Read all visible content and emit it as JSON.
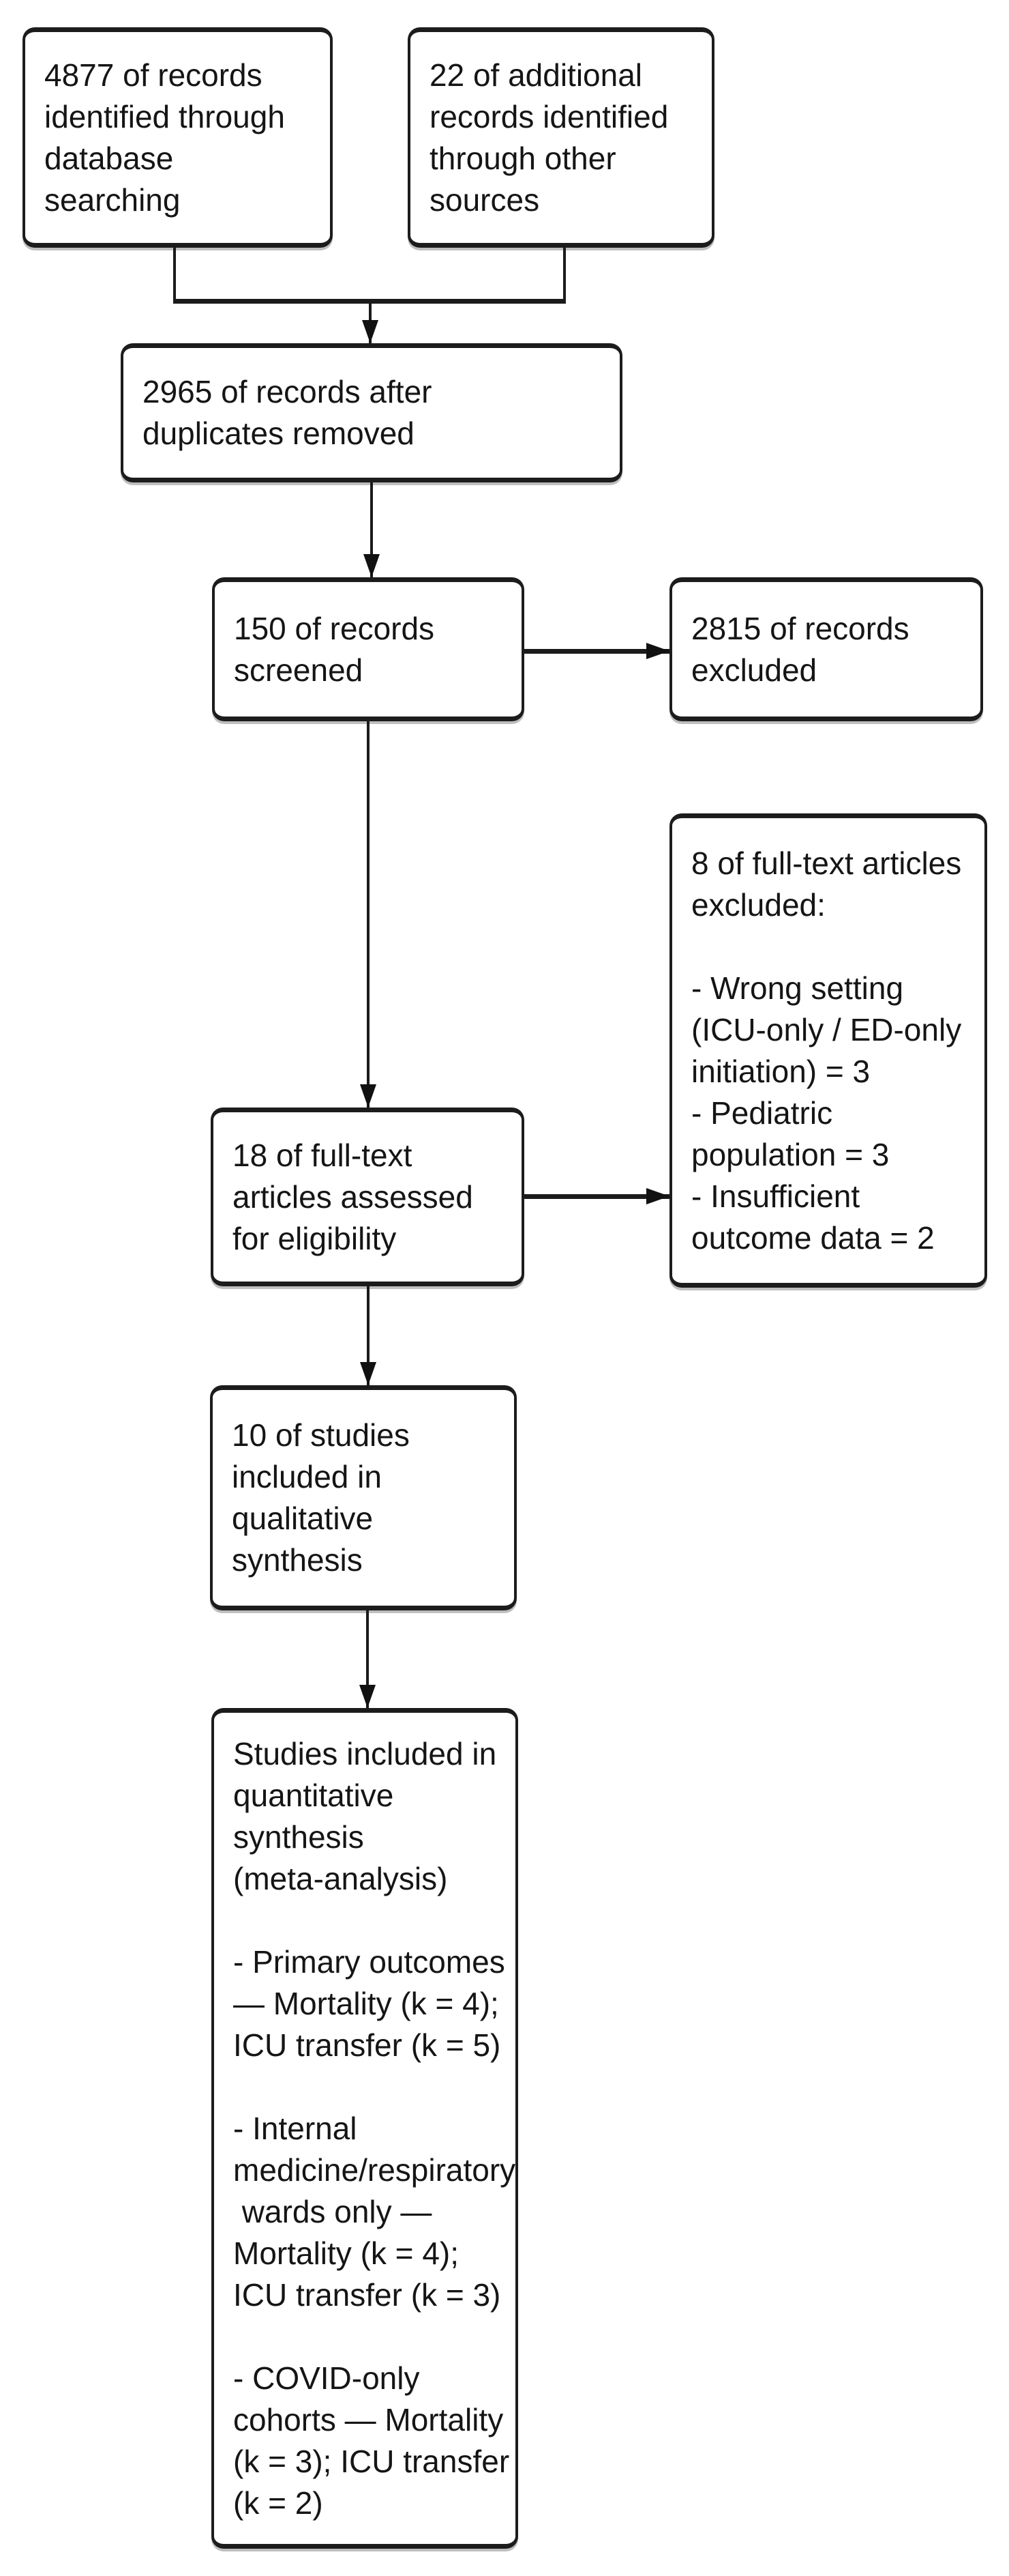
{
  "diagram": {
    "type": "prisma-flowchart",
    "colors": {
      "background": "#ffffff",
      "stroke": "#1b1b1b",
      "text": "#151515"
    },
    "boxes": {
      "identification_database": {
        "lines": [
          "4877 of records",
          "identified through",
          "database",
          "searching"
        ]
      },
      "identification_other": {
        "lines": [
          "22 of additional",
          "records identified",
          "through other",
          "sources"
        ]
      },
      "after_duplicates": {
        "lines": [
          "2965 of records after",
          "duplicates removed"
        ]
      },
      "screened": {
        "lines": [
          "150 of records",
          "screened"
        ]
      },
      "records_excluded": {
        "lines": [
          "2815 of records",
          "excluded"
        ]
      },
      "fulltext_excluded": {
        "lines": [
          "8 of full-text articles",
          "excluded:",
          "",
          "- Wrong setting",
          "(ICU-only / ED-only",
          "initiation) = 3",
          "- Pediatric",
          "population = 3",
          "- Insufficient",
          "outcome data = 2"
        ]
      },
      "fulltext_assessed": {
        "lines": [
          "18 of full-text",
          "articles assessed",
          "for eligibility"
        ]
      },
      "qualitative_synthesis": {
        "lines": [
          "10 of studies",
          "included in",
          "qualitative",
          "synthesis"
        ]
      },
      "quantitative_synthesis": {
        "lines": [
          "Studies included in",
          "quantitative",
          "synthesis",
          "(meta-analysis)",
          "",
          "- Primary outcomes",
          "— Mortality (k = 4);",
          "ICU transfer (k = 5)",
          "",
          "- Internal",
          "medicine/respiratory",
          " wards only —",
          "Mortality (k = 4);",
          "ICU transfer (k = 3)",
          "",
          "- COVID-only",
          "cohorts — Mortality",
          "(k = 3); ICU transfer",
          "(k = 2)"
        ]
      }
    }
  }
}
